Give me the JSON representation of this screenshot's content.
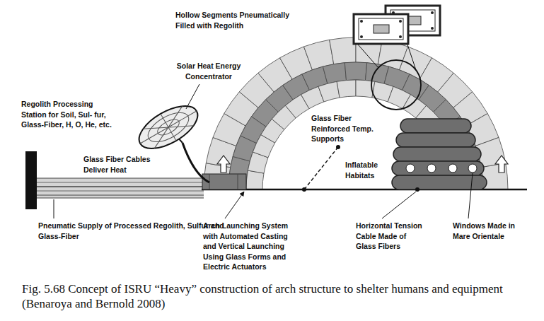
{
  "diagram": {
    "caption": "Fig. 5.68 Concept of ISRU “Heavy” construction of arch structure to shelter humans and equipment (Benaroya and Bernold 2008)",
    "labels": [
      "Hollow Segments Pneumatically Filled with Regolith",
      "Solar Heat Energy Concentrator",
      "Regolith Processing Station for Soil, Sul- fur, Glass-Fiber, H, O, He, etc.",
      "Glass Fiber Reinforced Temp. Supports",
      "Glass Fiber Cables Deliver Heat",
      "Inflatable Habitats",
      "Pneumatic Supply of Processed Regolith, Sulfur and Glass-Fiber",
      "Arch Launching System with Automated Casting and Vertical Launching Using Glass Forms and Electric Actuators",
      "Horizontal Tension Cable Made of Glass Fibers",
      "Windows Made in Mare Orientale"
    ]
  }
}
